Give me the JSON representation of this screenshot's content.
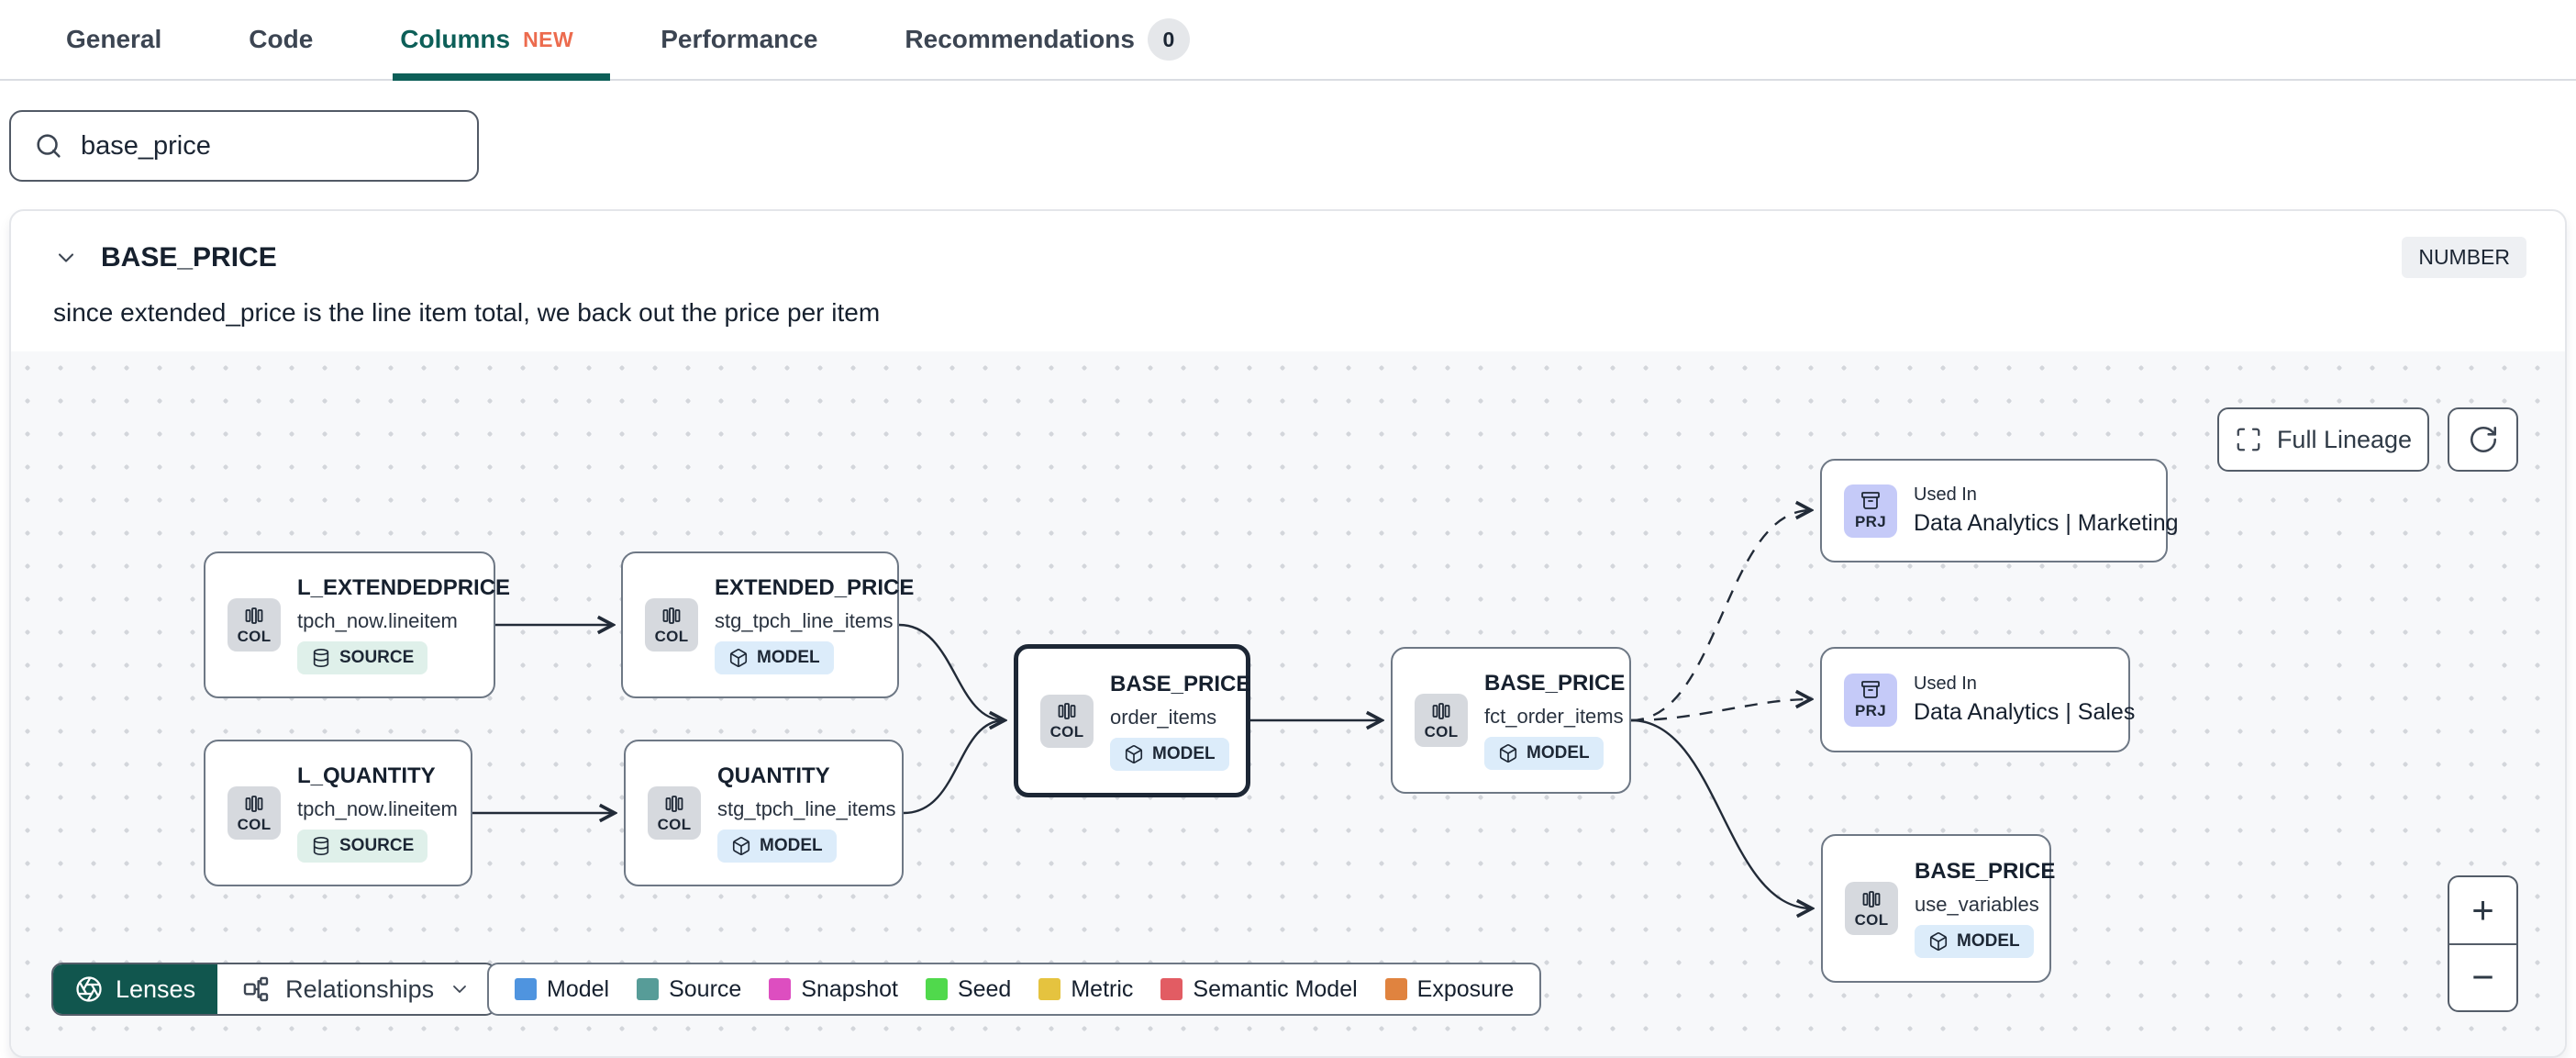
{
  "tabs": {
    "items": [
      {
        "label": "General"
      },
      {
        "label": "Code"
      },
      {
        "label": "Columns",
        "badge": "NEW"
      },
      {
        "label": "Performance"
      },
      {
        "label": "Recommendations",
        "count": "0"
      }
    ]
  },
  "search": {
    "value": "base_price"
  },
  "column": {
    "name": "BASE_PRICE",
    "data_type": "NUMBER",
    "description": "since extended_price is the line item total, we back out the price per item"
  },
  "lineage": {
    "full_lineage_label": "Full Lineage",
    "lenses_label": "Lenses",
    "relationships_label": "Relationships",
    "zoom_in_label": "+",
    "zoom_out_label": "−",
    "nodes": [
      {
        "kind": "COL",
        "title": "L_EXTENDEDPRICE",
        "subtitle": "tpch_now.lineitem",
        "badge": "SOURCE"
      },
      {
        "kind": "COL",
        "title": "EXTENDED_PRICE",
        "subtitle": "stg_tpch_line_items",
        "badge": "MODEL"
      },
      {
        "kind": "COL",
        "title": "L_QUANTITY",
        "subtitle": "tpch_now.lineitem",
        "badge": "SOURCE"
      },
      {
        "kind": "COL",
        "title": "QUANTITY",
        "subtitle": "stg_tpch_line_items",
        "badge": "MODEL"
      },
      {
        "kind": "COL",
        "title": "BASE_PRICE",
        "subtitle": "order_items",
        "badge": "MODEL",
        "selected": true
      },
      {
        "kind": "COL",
        "title": "BASE_PRICE",
        "subtitle": "fct_order_items",
        "badge": "MODEL"
      },
      {
        "kind": "PRJ",
        "used_in": "Used In",
        "title": "Data Analytics | Marketing"
      },
      {
        "kind": "PRJ",
        "used_in": "Used In",
        "title": "Data Analytics | Sales"
      },
      {
        "kind": "COL",
        "title": "BASE_PRICE",
        "subtitle": "use_variables",
        "badge": "MODEL"
      }
    ],
    "legend": [
      {
        "label": "Model",
        "color": "#4f94df"
      },
      {
        "label": "Source",
        "color": "#579c98"
      },
      {
        "label": "Snapshot",
        "color": "#dd4ec0"
      },
      {
        "label": "Seed",
        "color": "#50d94c"
      },
      {
        "label": "Metric",
        "color": "#e5c33f"
      },
      {
        "label": "Semantic Model",
        "color": "#e25c63"
      },
      {
        "label": "Exposure",
        "color": "#e0833f"
      }
    ]
  },
  "colors": {
    "accent_teal": "#0d5f58",
    "new_badge_orange": "#ec6b4e",
    "lenses_bg": "#11564e",
    "edge": "#222b38"
  }
}
